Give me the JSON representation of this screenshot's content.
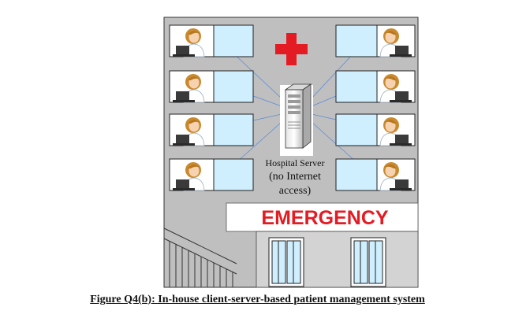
{
  "diagram": {
    "server_label_line1": "Hospital Server",
    "server_label_line2": "(no Internet",
    "server_label_line3": "access)",
    "emergency_sign": "EMERGENCY",
    "caption": "Figure Q4(b): In-house client-server-based patient management system"
  },
  "colors": {
    "building_wall": "#bfbfbf",
    "window_glass": "#cfefff",
    "cross": "#e31b23",
    "emergency_text": "#e31b23",
    "network_line": "#5b8bd8"
  },
  "icons": {
    "workstation": "nurse-at-laptop-icon",
    "server": "server-tower-icon",
    "cross": "medical-cross-icon"
  }
}
